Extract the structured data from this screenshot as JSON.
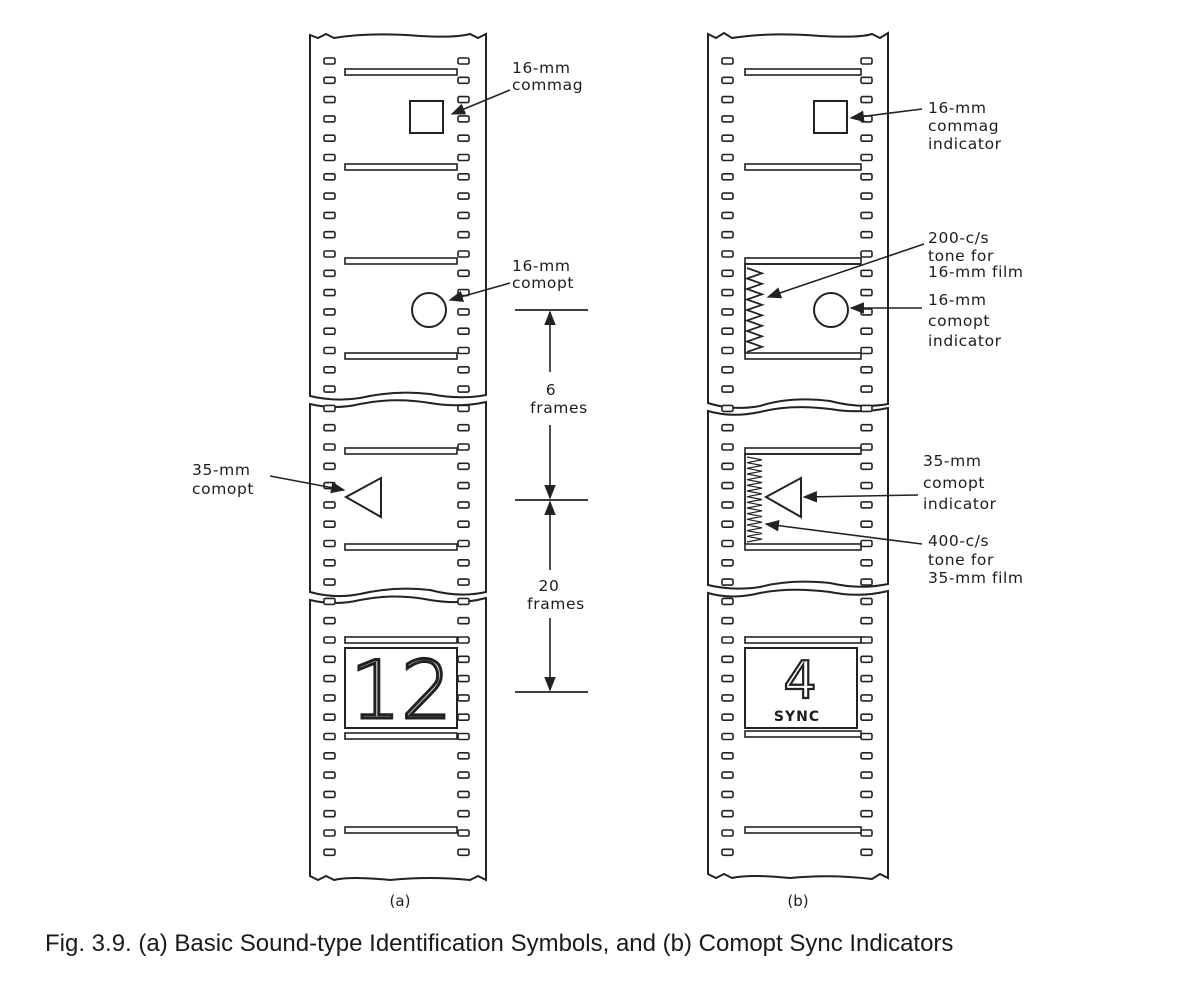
{
  "figure": {
    "caption": "Fig. 3.9.  (a) Basic Sound-type Identification Symbols, and (b) Comopt Sync Indicators",
    "panel_a_label": "(a)",
    "panel_b_label": "(b)"
  },
  "panel_a": {
    "commag_label_1": "16-mm",
    "commag_label_2": "commag",
    "comopt16_label_1": "16-mm",
    "comopt16_label_2": "comopt",
    "comopt35_label_1": "35-mm",
    "comopt35_label_2": "comopt",
    "frame_number": "12"
  },
  "dimensions": {
    "six_frames_1": "6",
    "six_frames_2": "frames",
    "twenty_frames_1": "20",
    "twenty_frames_2": "frames"
  },
  "panel_b": {
    "commag_label_1": "16-mm",
    "commag_label_2": "commag",
    "commag_label_3": "indicator",
    "tone200_label_1": "200-c/s",
    "tone200_label_2": "tone for",
    "tone200_label_3": "16-mm film",
    "comopt16_label_1": "16-mm",
    "comopt16_label_2": "comopt",
    "comopt16_label_3": "indicator",
    "comopt35_label_1": "35-mm",
    "comopt35_label_2": "comopt",
    "comopt35_label_3": "indicator",
    "tone400_label_1": "400-c/s",
    "tone400_label_2": "tone for",
    "tone400_label_3": "35-mm film",
    "countdown_digit": "4",
    "sync_label": "SYNC"
  }
}
